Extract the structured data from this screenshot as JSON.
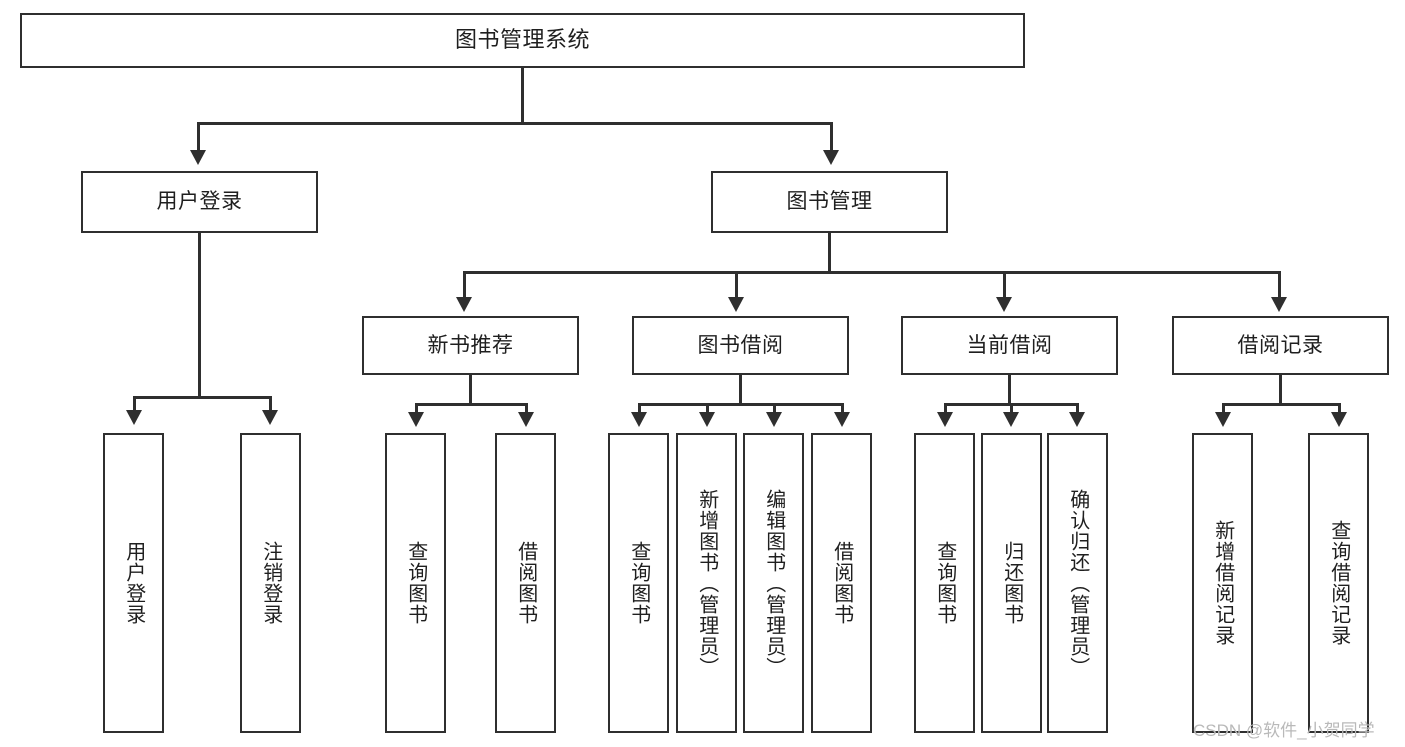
{
  "diagram": {
    "title": "图书管理系统",
    "type": "function-tree",
    "root": {
      "label": "图书管理系统"
    },
    "level2": [
      {
        "label": "用户登录"
      },
      {
        "label": "图书管理"
      }
    ],
    "level3": [
      {
        "label": "新书推荐"
      },
      {
        "label": "图书借阅"
      },
      {
        "label": "当前借阅"
      },
      {
        "label": "借阅记录"
      }
    ],
    "leaves": {
      "user_login": [
        {
          "label": "用户登录"
        },
        {
          "label": "注销登录"
        }
      ],
      "new_book_recommend": [
        {
          "label": "查询图书"
        },
        {
          "label": "借阅图书"
        }
      ],
      "book_borrow": [
        {
          "label": "查询图书"
        },
        {
          "label": "新增图书（管理员）"
        },
        {
          "label": "编辑图书（管理员）"
        },
        {
          "label": "借阅图书"
        }
      ],
      "current_borrow": [
        {
          "label": "查询图书"
        },
        {
          "label": "归还图书"
        },
        {
          "label": "确认归还（管理员）"
        }
      ],
      "borrow_record": [
        {
          "label": "新增借阅记录"
        },
        {
          "label": "查询借阅记录"
        }
      ]
    }
  },
  "watermark": {
    "text": "CSDN @软件_小贺同学"
  },
  "colors": {
    "stroke": "#2f2f2f",
    "background": "#ffffff",
    "text": "#1f1f1f",
    "watermark": "#b9b9b9"
  }
}
